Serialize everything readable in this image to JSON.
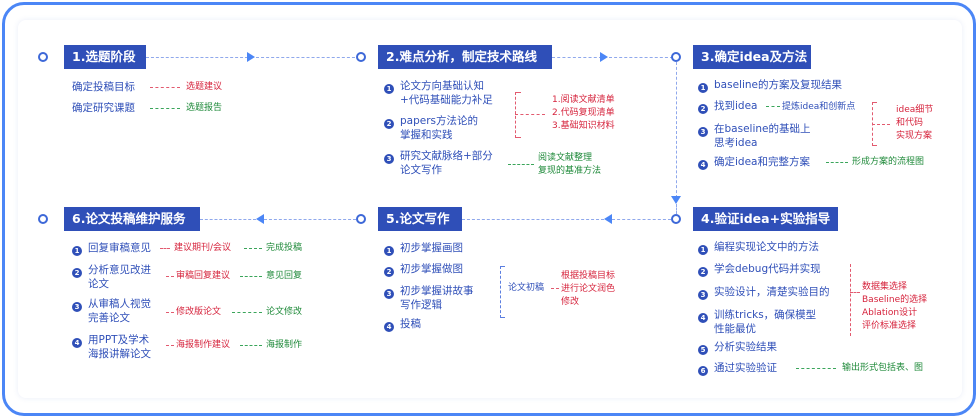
{
  "stages": [
    {
      "title": "1.选题阶段",
      "items": [
        {
          "text": "确定投稿目标",
          "note": "选题建议"
        },
        {
          "text": "确定研究课题",
          "note": "选题报告"
        }
      ]
    },
    {
      "title": "2.难点分析，制定技术路线",
      "items": [
        {
          "num": "1",
          "lines": [
            "论文方向基础认知",
            "+代码基础能力补足"
          ]
        },
        {
          "num": "2",
          "lines": [
            "papers方法论的",
            "掌握和实践"
          ]
        },
        {
          "num": "3",
          "lines": [
            "研究文献脉络+部分",
            "论文写作"
          ]
        }
      ],
      "red_notes": [
        "1.阅读文献清单",
        "2.代码复现清单",
        "3.基础知识材料"
      ],
      "green_notes": [
        "阅读文献整理",
        "复现的基准方法"
      ]
    },
    {
      "title": "3.确定idea及方法",
      "items": [
        {
          "num": "1",
          "lines": [
            "baseline的方案及复现结果"
          ]
        },
        {
          "num": "2",
          "lines": [
            "找到idea"
          ]
        },
        {
          "num": "3",
          "lines": [
            "在baseline的基础上",
            "思考idea"
          ]
        },
        {
          "num": "4",
          "lines": [
            "确定idea和完整方案"
          ]
        }
      ],
      "idea_note": "提炼idea和创新点",
      "red_notes": [
        "idea细节",
        "和代码",
        "实现方案"
      ],
      "plan_note": "形成方案的流程图"
    },
    {
      "title": "4.验证idea+实验指导",
      "items": [
        {
          "num": "1",
          "lines": [
            "编程实现论文中的方法"
          ]
        },
        {
          "num": "2",
          "lines": [
            "学会debug代码并实现"
          ]
        },
        {
          "num": "3",
          "lines": [
            "实验设计，清楚实验目的"
          ]
        },
        {
          "num": "4",
          "lines": [
            "训练tricks，确保模型",
            "性能最优"
          ]
        },
        {
          "num": "5",
          "lines": [
            "分析实验结果"
          ]
        },
        {
          "num": "6",
          "lines": [
            "通过实验验证"
          ]
        }
      ],
      "red_notes": [
        "数据集选择",
        "Baseline的选择",
        "Ablation设计",
        "评价标准选择"
      ],
      "output_note": "输出形式包括表、图"
    },
    {
      "title": "5.论文写作",
      "items": [
        {
          "num": "1",
          "lines": [
            "初步掌握画图"
          ]
        },
        {
          "num": "2",
          "lines": [
            "初步掌握做图"
          ]
        },
        {
          "num": "3",
          "lines": [
            "初步掌握讲故事",
            "写作逻辑"
          ]
        },
        {
          "num": "4",
          "lines": [
            "投稿"
          ]
        }
      ],
      "draft_note": "论文初稿",
      "red_notes": [
        "根据投稿目标",
        "进行论文润色",
        "修改"
      ]
    },
    {
      "title": "6.论文投稿维护服务",
      "items": [
        {
          "num": "1",
          "lines": [
            "回复审稿意见"
          ],
          "red": "建议期刊/会议",
          "green": "完成投稿"
        },
        {
          "num": "2",
          "lines": [
            "分析意见改进",
            "论文"
          ],
          "red": "审稿回复建议",
          "green": "意见回复"
        },
        {
          "num": "3",
          "lines": [
            "从审稿人视觉",
            "完善论文"
          ],
          "red": "修改版论文",
          "green": "论文修改"
        },
        {
          "num": "4",
          "lines": [
            "用PPT及学术",
            "海报讲解论文"
          ],
          "red": "海报制作建议",
          "green": "海报制作"
        }
      ]
    }
  ],
  "colors": {
    "accent": "#2f4fb8",
    "border": "#4b86f6",
    "red": "#d6243d",
    "green": "#1f8a3a"
  }
}
